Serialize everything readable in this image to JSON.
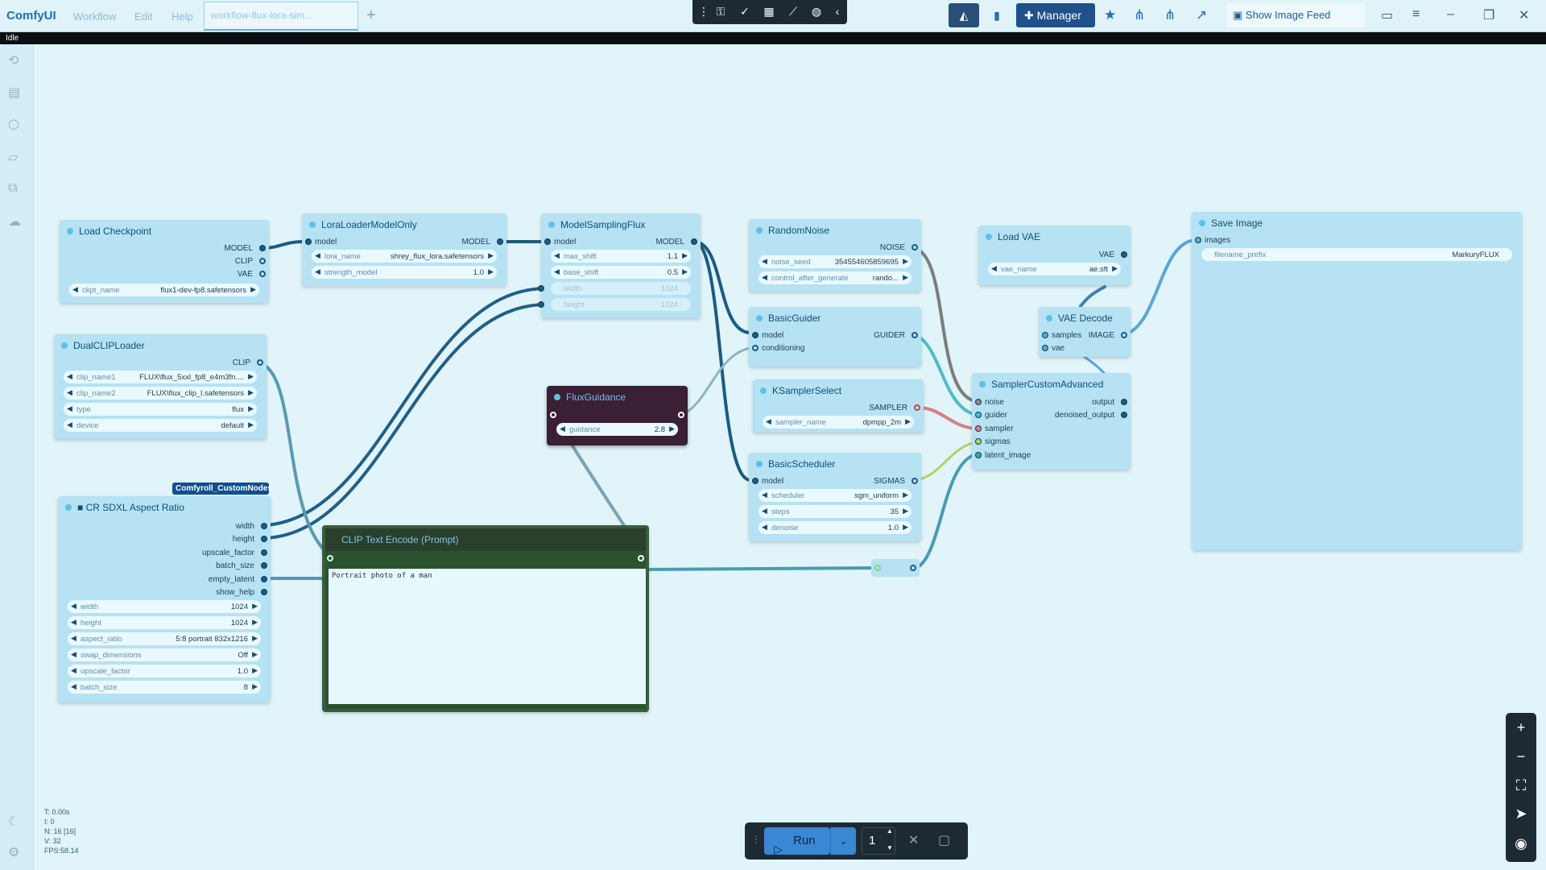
{
  "app": {
    "name": "ComfyUI",
    "menus": [
      "Workflow",
      "Edit",
      "Help"
    ],
    "tab_title": "workflow-flux-lora-sim..."
  },
  "topbar": {
    "manager_label": "Manager",
    "feed_label": "Show Image Feed",
    "accent": "#1d6fb5"
  },
  "status": {
    "text": "Idle"
  },
  "stats": [
    "T: 0.00s",
    "I: 0",
    "N: 16 [16]",
    "V: 32",
    "FPS:58.14"
  ],
  "nodes": {
    "load_checkpoint": {
      "title": "Load Checkpoint",
      "outputs": [
        "MODEL",
        "CLIP",
        "VAE"
      ],
      "widget": {
        "name": "ckpt_name",
        "value": "flux1-dev-fp8.safetensors"
      }
    },
    "lora": {
      "title": "LoraLoaderModelOnly",
      "in": "model",
      "out": "MODEL",
      "widgets": [
        {
          "name": "lora_name",
          "value": "shrey_flux_lora.safetensors"
        },
        {
          "name": "strength_model",
          "value": "1.0"
        }
      ]
    },
    "msf": {
      "title": "ModelSamplingFlux",
      "in": "model",
      "out": "MODEL",
      "widgets": [
        {
          "name": "max_shift",
          "value": "1.1"
        },
        {
          "name": "base_shift",
          "value": "0.5"
        },
        {
          "name": "width",
          "value": "1024"
        },
        {
          "name": "height",
          "value": "1024"
        }
      ]
    },
    "dualclip": {
      "title": "DualCLIPLoader",
      "out": "CLIP",
      "widgets": [
        {
          "name": "clip_name1",
          "value": "FLUX\\flux_5xxl_fp8_e4m3fn...."
        },
        {
          "name": "clip_name2",
          "value": "FLUX\\flux_clip_l.safetensors"
        },
        {
          "name": "type",
          "value": "flux"
        },
        {
          "name": "device",
          "value": "default"
        }
      ]
    },
    "cr": {
      "title": "CR SDXL Aspect Ratio",
      "badge": "Comfyroll_CustomNodes",
      "outputs": [
        "width",
        "height",
        "upscale_factor",
        "batch_size",
        "empty_latent",
        "show_help"
      ],
      "widgets": [
        {
          "name": "width",
          "value": "1024"
        },
        {
          "name": "height",
          "value": "1024"
        },
        {
          "name": "aspect_ratio",
          "value": "5:8 portrait 832x1216"
        },
        {
          "name": "swap_dimensions",
          "value": "Off"
        },
        {
          "name": "upscale_factor",
          "value": "1.0"
        },
        {
          "name": "batch_size",
          "value": "8"
        }
      ]
    },
    "flux": {
      "title": "FluxGuidance",
      "widget": {
        "name": "guidance",
        "value": "2.8"
      }
    },
    "clip": {
      "title": "CLIP Text Encode (Prompt)",
      "prompt": "Portrait photo of a man"
    },
    "noise": {
      "title": "RandomNoise",
      "out": "NOISE",
      "widgets": [
        {
          "name": "noise_seed",
          "value": "354554605859695"
        },
        {
          "name": "control_after_generate",
          "value": "rando..."
        }
      ]
    },
    "guider": {
      "title": "BasicGuider",
      "inputs": [
        "model",
        "conditioning"
      ],
      "out": "GUIDER"
    },
    "ksel": {
      "title": "KSamplerSelect",
      "out": "SAMPLER",
      "widget": {
        "name": "sampler_name",
        "value": "dpmpp_2m"
      }
    },
    "sched": {
      "title": "BasicScheduler",
      "in": "model",
      "out": "SIGMAS",
      "widgets": [
        {
          "name": "scheduler",
          "value": "sgm_uniform"
        },
        {
          "name": "steps",
          "value": "35"
        },
        {
          "name": "denoise",
          "value": "1.0"
        }
      ]
    },
    "vae": {
      "title": "Load VAE",
      "out": "VAE",
      "widget": {
        "name": "vae_name",
        "value": "ae.sft"
      }
    },
    "vaedec": {
      "title": "VAE Decode",
      "inputs": [
        "samples",
        "vae"
      ],
      "out": "IMAGE"
    },
    "sca": {
      "title": "SamplerCustomAdvanced",
      "inputs": [
        "noise",
        "guider",
        "sampler",
        "sigmas",
        "latent_image"
      ],
      "outputs": [
        "output",
        "denoised_output"
      ]
    },
    "save": {
      "title": "Save Image",
      "in": "images",
      "widget": {
        "name": "filename_prefix",
        "value": "MarkuryFLUX"
      }
    }
  },
  "runbar": {
    "run_label": "Run",
    "count": "1"
  }
}
